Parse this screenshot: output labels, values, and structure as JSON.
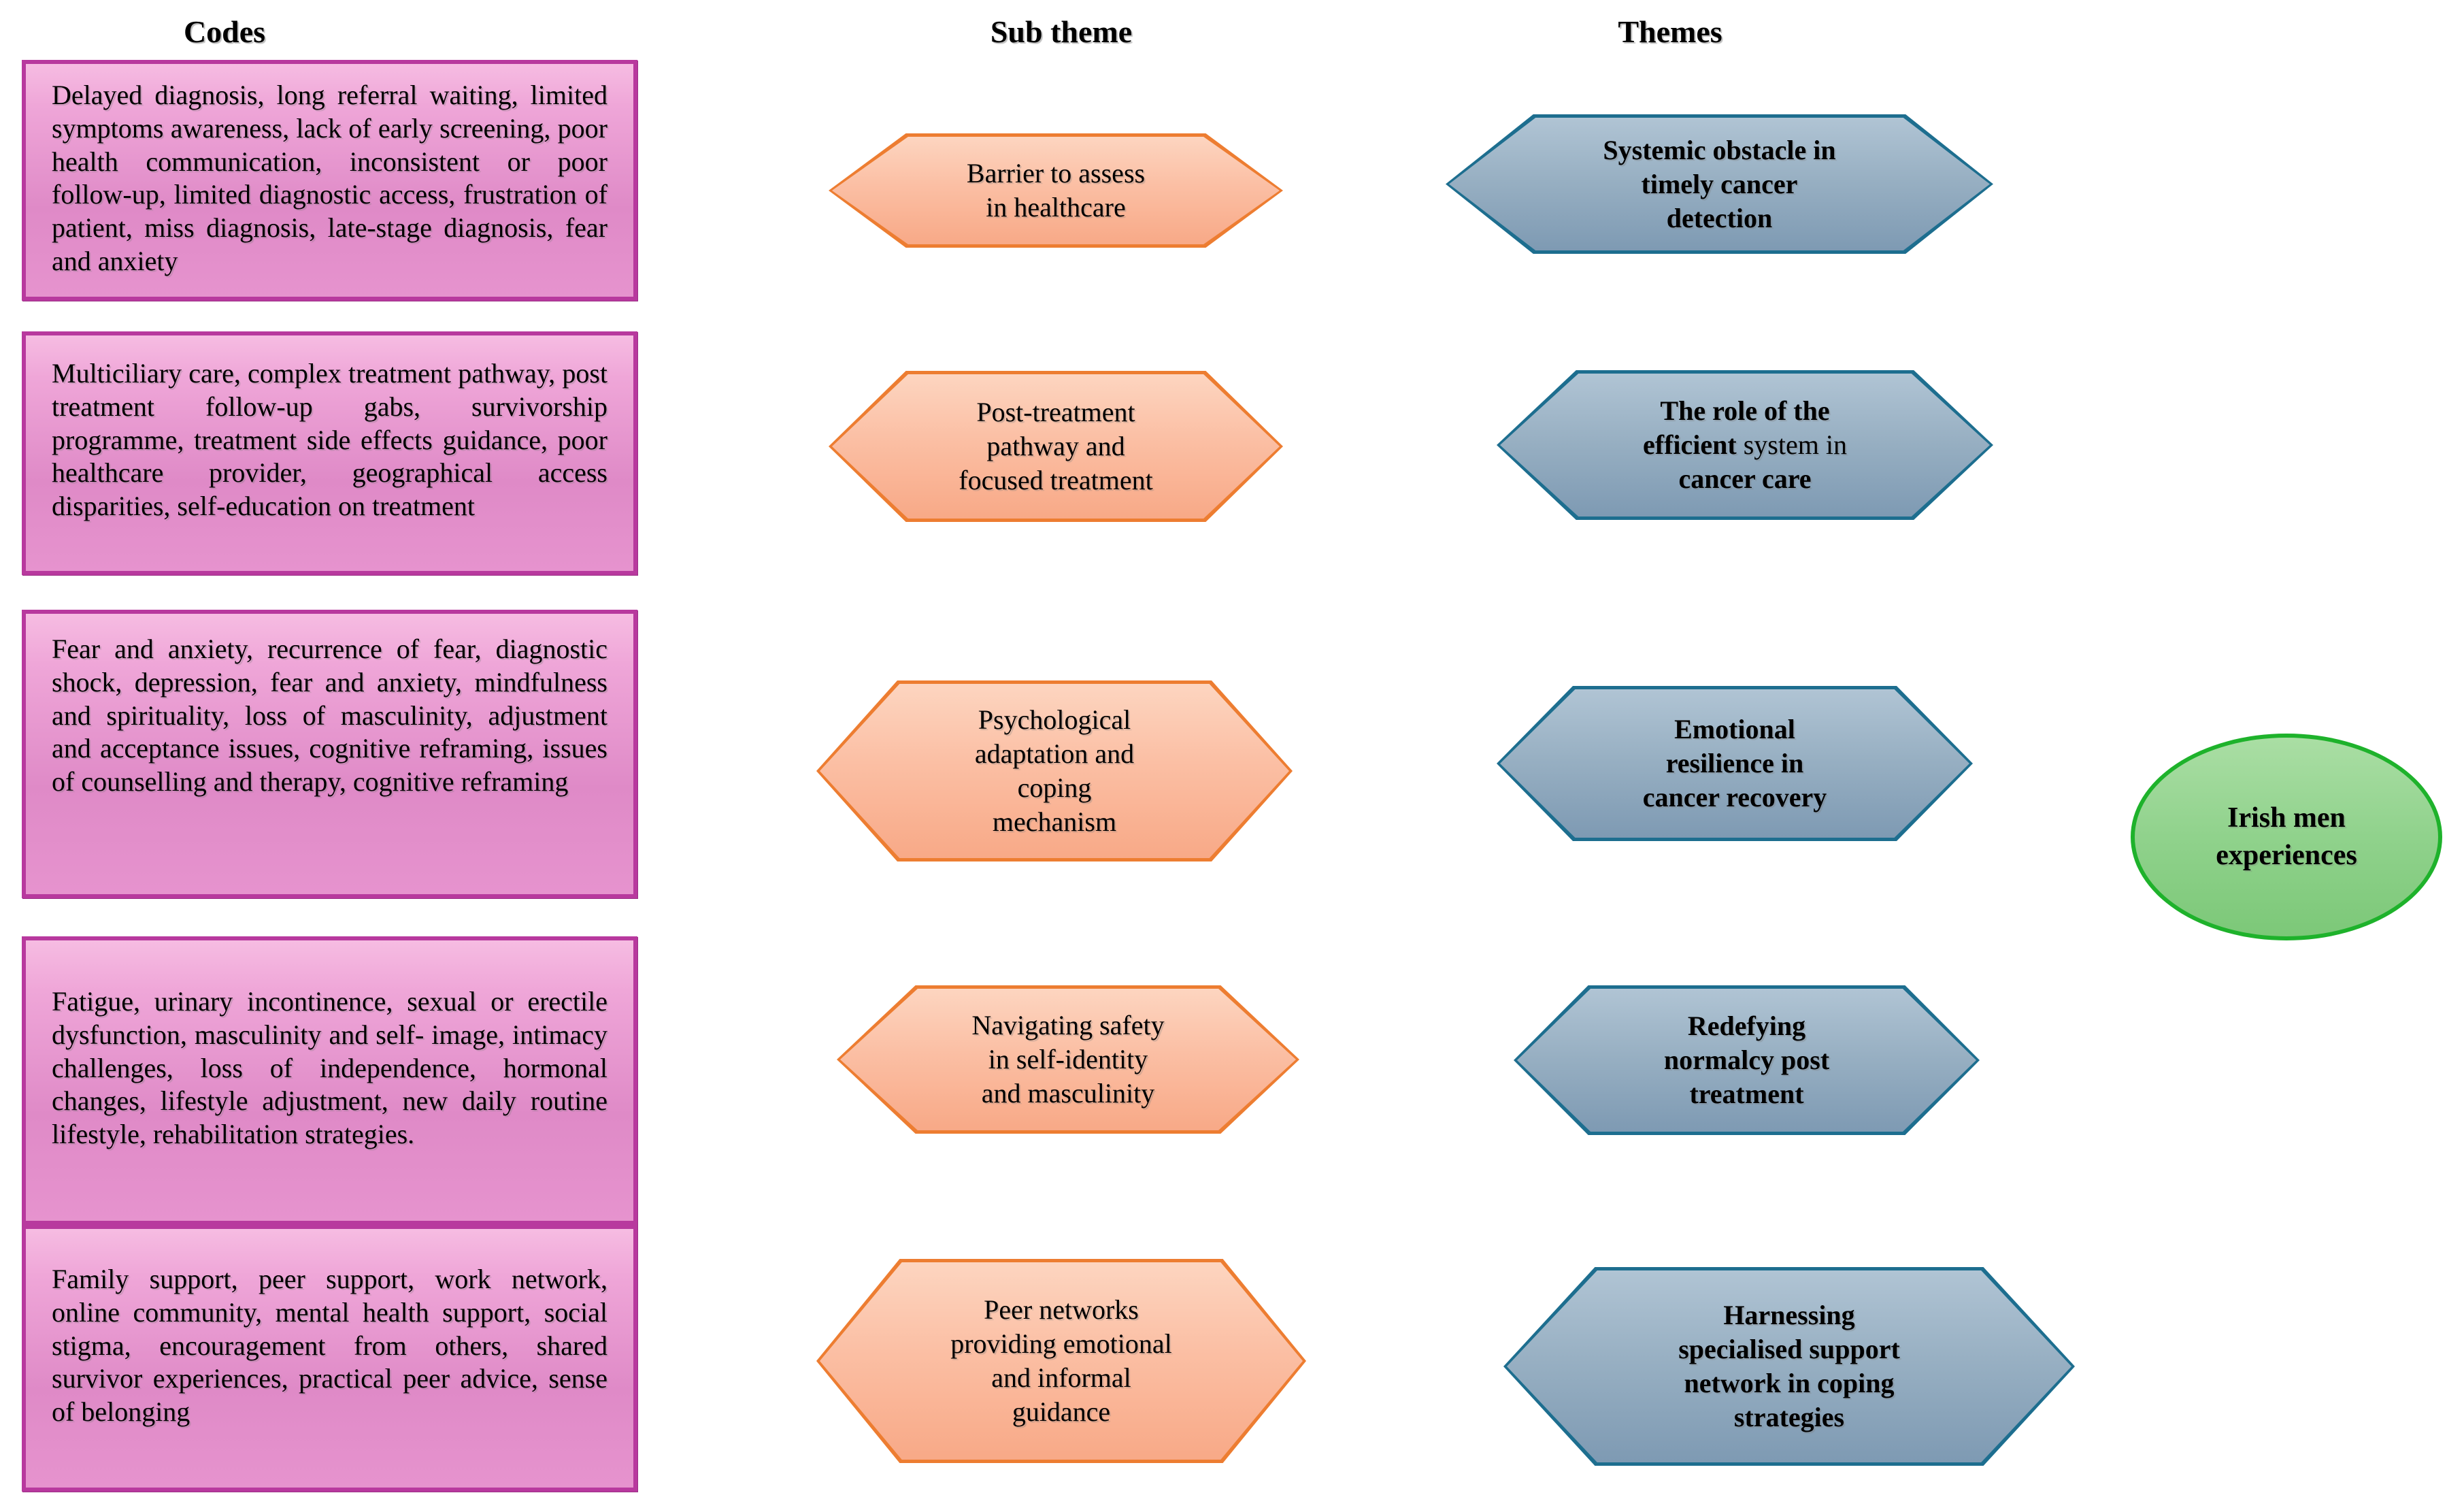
{
  "figure": {
    "headers": {
      "codes": "Codes",
      "subtheme": "Sub theme",
      "themes": "Themes"
    },
    "codes": [
      {
        "text": "Delayed diagnosis, long referral waiting, limited symptoms awareness, lack of early screening, poor health communication, inconsistent or poor follow-up, limited diagnostic access, frustration of patient, miss diagnosis, late-stage diagnosis, fear and anxiety"
      },
      {
        "text": "Multiciliary care, complex treatment pathway, post treatment follow-up gabs, survivorship programme, treatment side effects guidance, poor healthcare provider, geographical access disparities, self-education on treatment"
      },
      {
        "text": "Fear and anxiety, recurrence of fear, diagnostic shock, depression, fear and anxiety, mindfulness and spirituality, loss of masculinity, adjustment and acceptance issues, cognitive reframing, issues of counselling and therapy, cognitive reframing"
      },
      {
        "text": "Fatigue, urinary incontinence, sexual or erectile dysfunction, masculinity and self- image, intimacy challenges, loss of independence, hormonal changes, lifestyle adjustment, new daily routine lifestyle, rehabilitation strategies."
      },
      {
        "text": "Family support, peer support, work network, online community, mental health support, social stigma, encouragement from others, shared survivor experiences, practical peer advice, sense of belonging"
      }
    ],
    "subthemes": [
      {
        "lines": [
          "Barrier to assess",
          "in healthcare"
        ]
      },
      {
        "lines": [
          "Post-treatment",
          "pathway and",
          "focused treatment"
        ]
      },
      {
        "lines": [
          "Psychological",
          "adaptation and",
          "coping",
          "mechanism"
        ]
      },
      {
        "lines": [
          "Navigating safety",
          "in self-identity",
          "and masculinity"
        ]
      },
      {
        "lines": [
          "Peer networks",
          "providing emotional",
          "and informal",
          "guidance"
        ]
      }
    ],
    "themes": [
      {
        "lines": [
          "Systemic obstacle in",
          "timely cancer",
          "detection"
        ]
      },
      {
        "lines": [
          "The role of the",
          "efficient system in",
          "cancer care"
        ],
        "line2_bold": "efficient ",
        "line2_regular": "system in"
      },
      {
        "lines": [
          "Emotional",
          "resilience in",
          "cancer recovery"
        ]
      },
      {
        "lines": [
          "Redefying",
          "normalcy post",
          "treatment"
        ]
      },
      {
        "lines": [
          "Harnessing",
          "specialised support",
          "network in coping",
          "strategies"
        ]
      }
    ],
    "center": {
      "lines": [
        "Irish men",
        "experiences"
      ]
    },
    "colors": {
      "code_border": "#B8399E",
      "code_fill_top": "#F6BCE2",
      "code_fill_bottom": "#E693CE",
      "subtheme_border": "#ED7D31",
      "subtheme_fill_top": "#FDD5C0",
      "subtheme_fill_bottom": "#F8A987",
      "theme_border": "#1D6E8F",
      "theme_fill_top": "#B0C4D4",
      "theme_fill_bottom": "#7E9AB3",
      "ellipse_border": "#1EB22B",
      "ellipse_fill_top": "#AADEA4",
      "ellipse_fill_bottom": "#7CC878"
    }
  }
}
